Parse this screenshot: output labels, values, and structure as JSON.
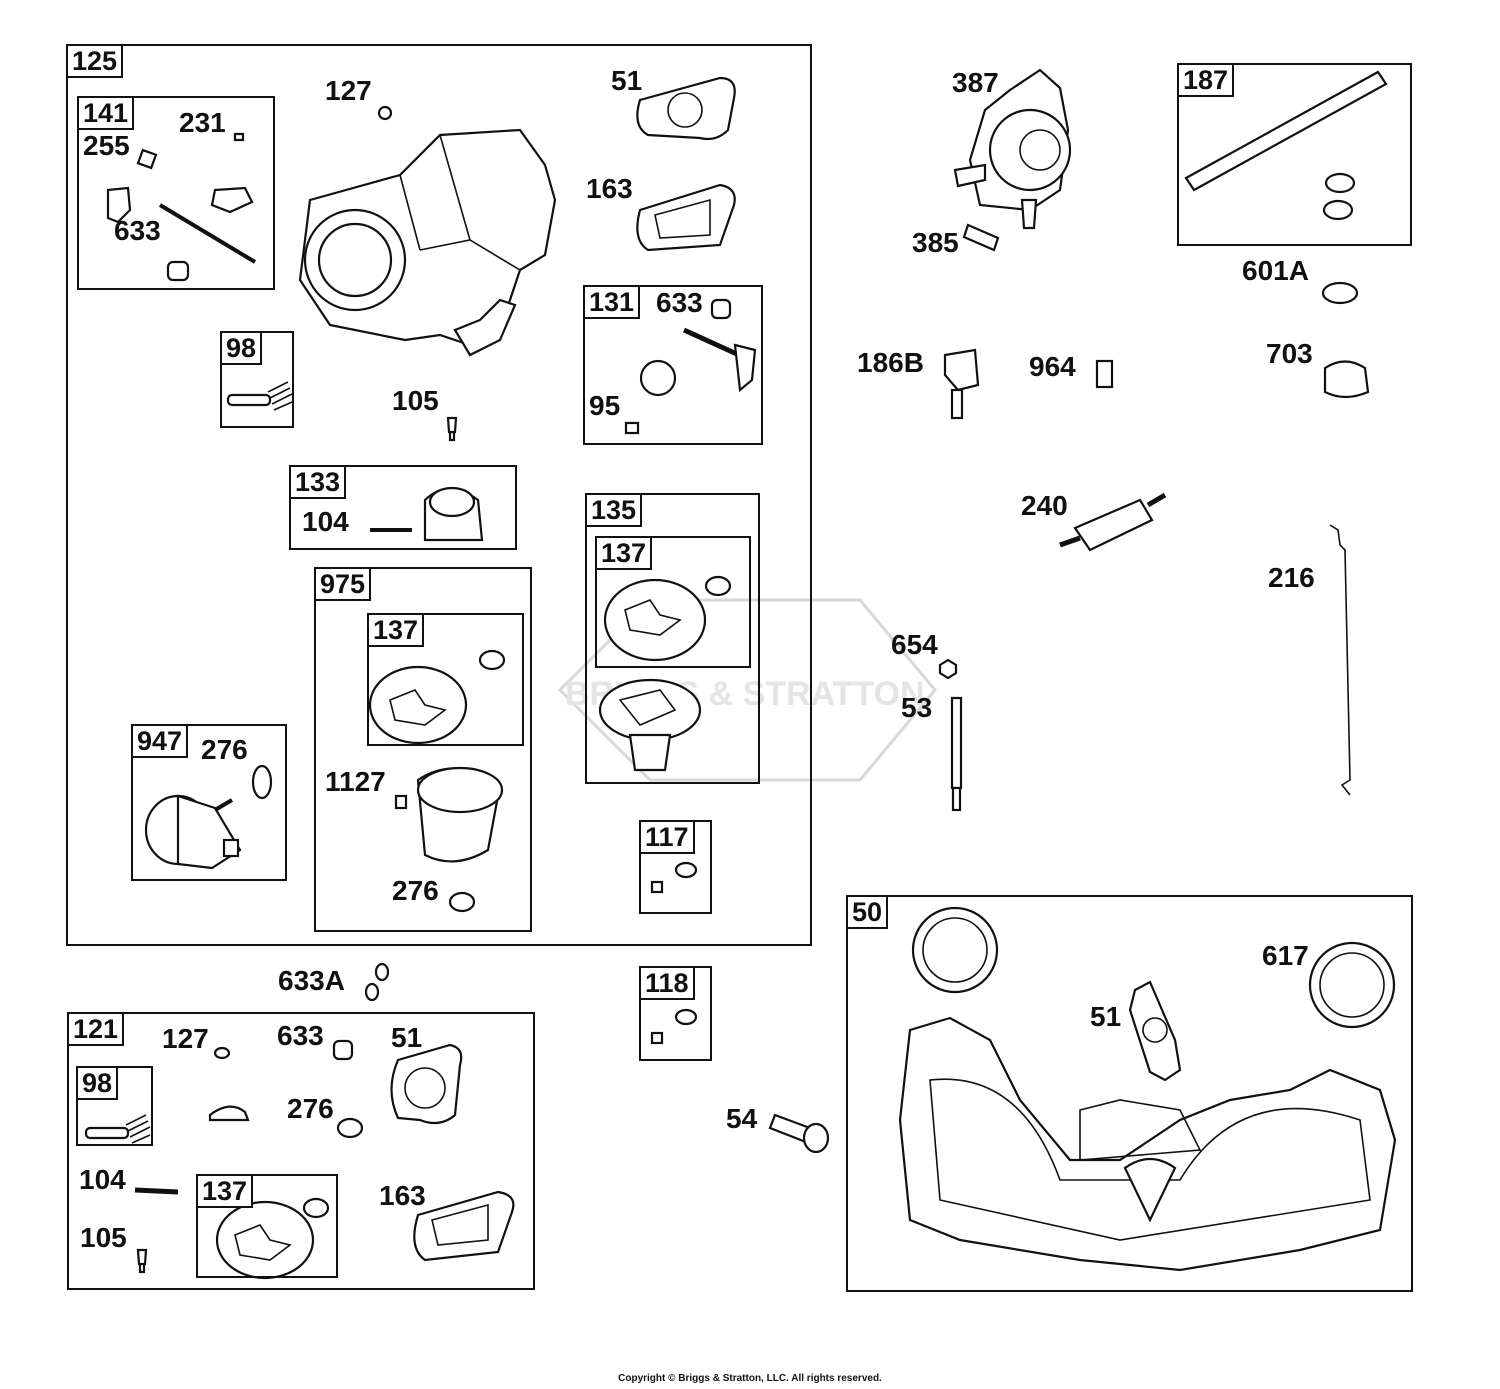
{
  "boxes": {
    "b125": "125",
    "b141": "141",
    "b98a": "98",
    "b131": "131",
    "b133": "133",
    "b135": "135",
    "b137a": "137",
    "b975": "975",
    "b137b": "137",
    "b947": "947",
    "b117": "117",
    "b118": "118",
    "b121": "121",
    "b98b": "98",
    "b137c": "137",
    "b187": "187",
    "b50": "50"
  },
  "labels": {
    "l127a": "127",
    "l51a": "51",
    "l231": "231",
    "l255": "255",
    "l633a": "633",
    "l163a": "163",
    "l633b": "633",
    "l95": "95",
    "l105a": "105",
    "l104a": "104",
    "l276a": "276",
    "l1127": "1127",
    "l276b": "276",
    "l633A": "633A",
    "l127b": "127",
    "l633c": "633",
    "l51b": "51",
    "l276c": "276",
    "l104b": "104",
    "l163b": "163",
    "l105b": "105",
    "l54": "54",
    "l387": "387",
    "l385": "385",
    "l601A": "601A",
    "l186B": "186B",
    "l964": "964",
    "l703": "703",
    "l240": "240",
    "l216": "216",
    "l654": "654",
    "l53": "53",
    "l617": "617",
    "l51c": "51"
  },
  "watermark": "BRIGGS & STRATTON",
  "copyright": "Copyright © Briggs & Stratton, LLC. All rights reserved."
}
